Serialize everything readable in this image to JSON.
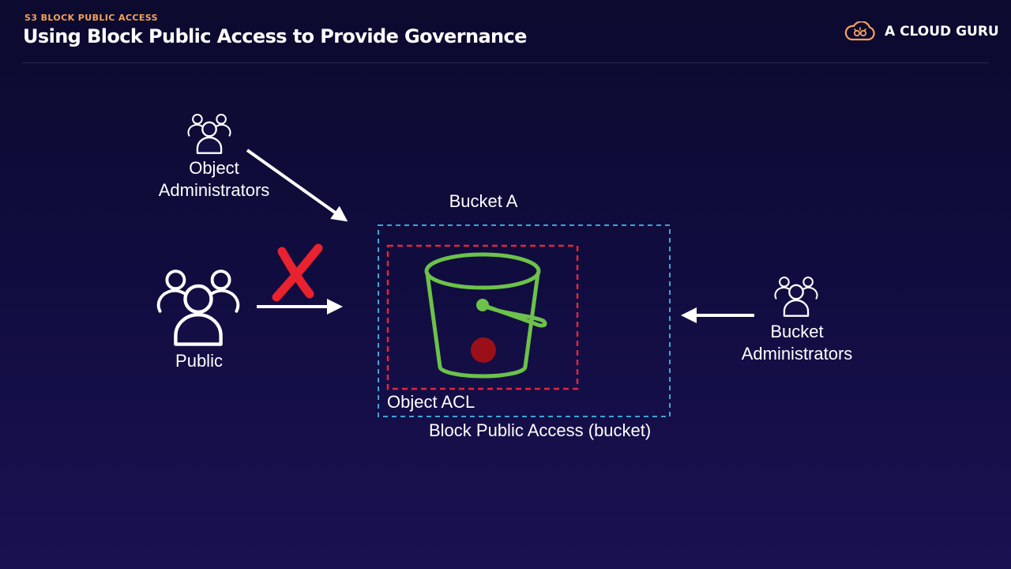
{
  "header": {
    "eyebrow": "S3 BLOCK PUBLIC ACCESS",
    "title": "Using Block Public Access to Provide Governance",
    "brand": "A CLOUD GURU"
  },
  "diagram": {
    "object_admins": {
      "line1": "Object",
      "line2": "Administrators"
    },
    "public_label": "Public",
    "bucket_label": "Bucket A",
    "object_acl_label": "Object ACL",
    "block_public_access_label": "Block Public Access (bucket)",
    "bucket_admins": {
      "line1": "Bucket",
      "line2": "Administrators"
    }
  },
  "colors": {
    "brand_orange": "#f5a25a",
    "bucket_green": "#6cc24a",
    "acl_border_red": "#e0263c",
    "bpa_border_blue": "#3aa6d8",
    "deny_mark_red": "#e8222f",
    "object_dot": "#9b0f18"
  },
  "icons": [
    "cloud-logo-icon",
    "users-group-icon",
    "bucket-icon",
    "deny-x-icon",
    "arrow-icon"
  ]
}
